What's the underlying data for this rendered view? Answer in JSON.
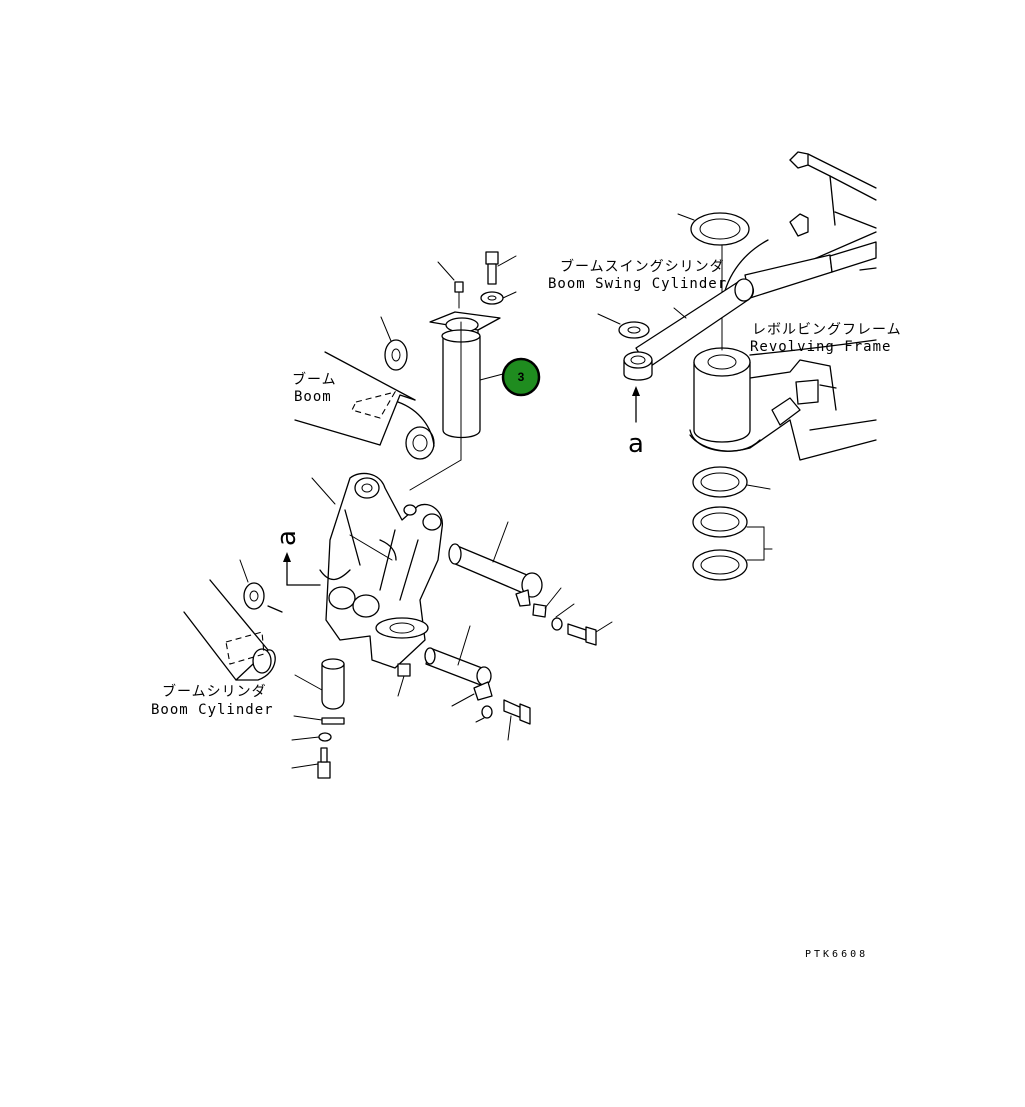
{
  "labels": {
    "boom_jp": "ブーム",
    "boom_en": "Boom",
    "boom_swing_cylinder_jp": "ブームスイングシリンダ",
    "boom_swing_cylinder_en": "Boom Swing Cylinder",
    "revolving_frame_jp": "レボルビングフレーム",
    "revolving_frame_en": "Revolving Frame",
    "boom_cylinder_jp": "ブームシリンダ",
    "boom_cylinder_en": "Boom Cylinder",
    "view_marker_left": "a",
    "view_marker_right": "a",
    "drawing_code": "PTK6608"
  },
  "callouts": [
    {
      "number": "3",
      "color": "#1f8c1f"
    }
  ],
  "colors": {
    "callout_fill": "#1f8c1f",
    "line": "#000000",
    "background": "#ffffff"
  }
}
